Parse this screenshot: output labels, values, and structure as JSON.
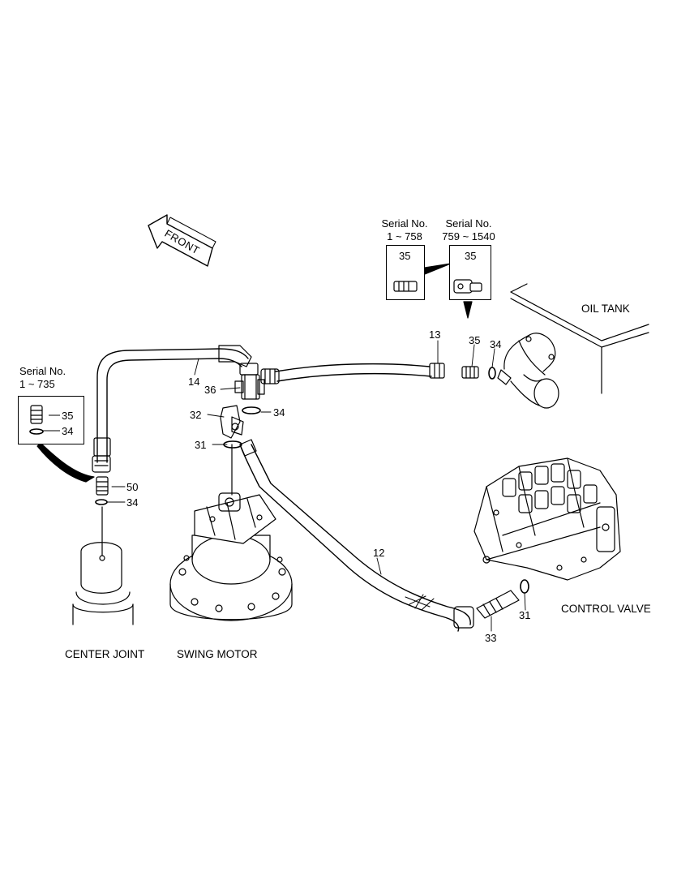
{
  "titles": {
    "oil_tank": "OIL TANK",
    "control_valve": "CONTROL VALVE",
    "center_joint": "CENTER JOINT",
    "swing_motor": "SWING MOTOR",
    "front": "FRONT"
  },
  "serials": {
    "a_label": "Serial No.",
    "a_range": "1 ~ 758",
    "b_label": "Serial No.",
    "b_range": "759 ~ 1540",
    "c_label": "Serial No.",
    "c_range": "1 ~ 735"
  },
  "parts": {
    "p12": "12",
    "p13": "13",
    "p14": "14",
    "p31a": "31",
    "p31b": "31",
    "p32": "32",
    "p33": "33",
    "p34a": "34",
    "p34b": "34",
    "p34c": "34",
    "p34d": "34",
    "p35a": "35",
    "p35b": "35",
    "p35c": "35",
    "p35d": "35",
    "p36": "36",
    "p50": "50"
  }
}
